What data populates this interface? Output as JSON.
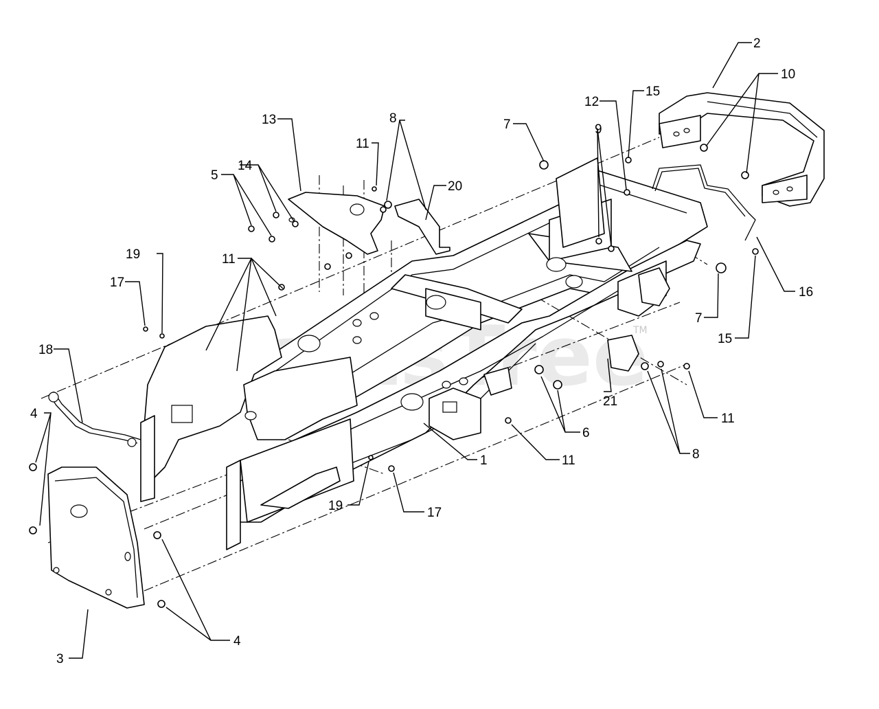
{
  "watermark": {
    "text": "PartsTree",
    "trademark": "TM"
  },
  "callouts": {
    "c2": "2",
    "c10": "10",
    "c12": "12",
    "c15a": "15",
    "c9": "9",
    "c7a": "7",
    "c8a": "8",
    "c11a": "11",
    "c20": "20",
    "c13": "13",
    "c14": "14",
    "c5": "5",
    "c19a": "19",
    "c17a": "17",
    "c11b": "11",
    "c18": "18",
    "c4a": "4",
    "c3": "3",
    "c4b": "4",
    "c1": "1",
    "c11c": "11",
    "c6": "6",
    "c21": "21",
    "c8b": "8",
    "c11d": "11",
    "c7b": "7",
    "c15b": "15",
    "c16": "16",
    "c19b": "19",
    "c17b": "17"
  }
}
